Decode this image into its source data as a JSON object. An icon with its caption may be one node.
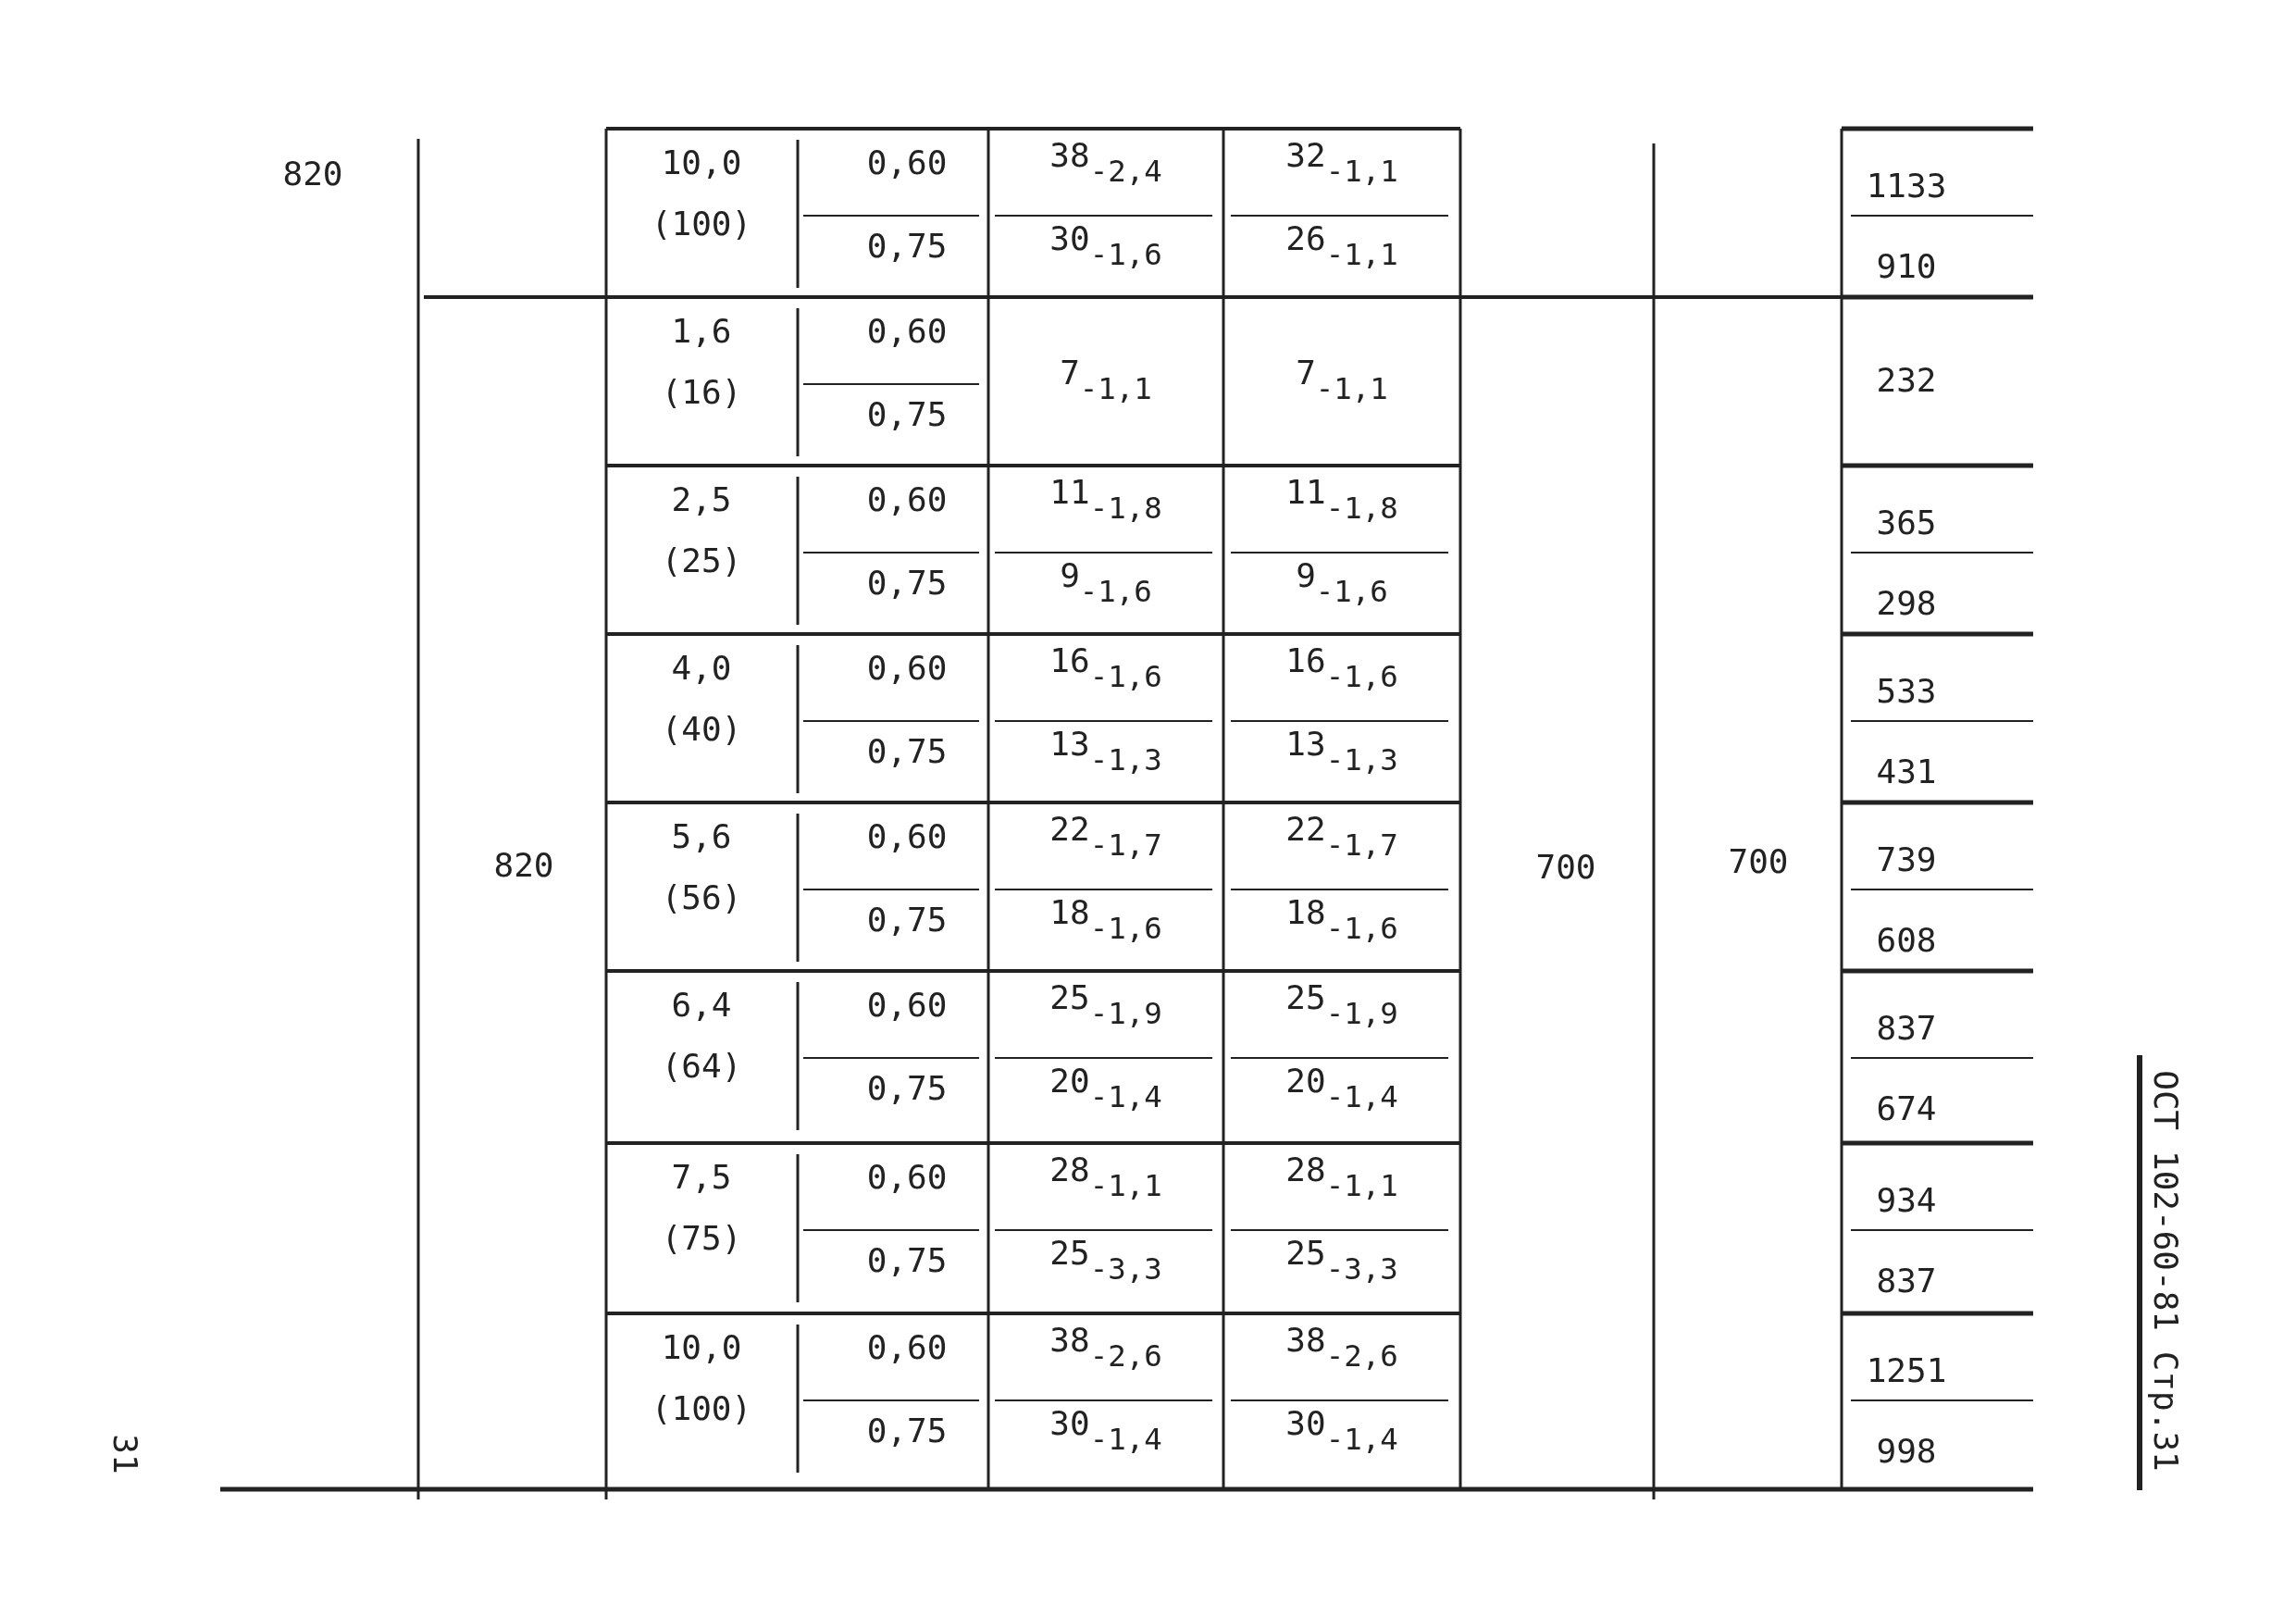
{
  "diagram": {
    "labels": [
      "820",
      "10,0",
      "0,60",
      "38$_{-2,4}$",
      "32$_{-1,1}$",
      "1133",
      "(100)",
      "0,75",
      "30$_{-1,6}$",
      "26$_{-1,1}$",
      "910",
      "1,6",
      "0,60",
      "7$_{-1,1}$",
      "7$_{-1,1}$",
      "232",
      "(16)",
      "0,75",
      "2,5",
      "0,60",
      "11$_{-1,8}$",
      "11$_{-1,8}$",
      "365",
      "(25)",
      "0,75",
      "9$_{-1,6}$",
      "9$_{-1,6}$",
      "298",
      "4,0",
      "0,60",
      "16$_{-1,6}$",
      "16$_{-1,6}$",
      "533",
      "(40)",
      "0,75",
      "13$_{-1,3}$",
      "13$_{-1,3}$",
      "431",
      "820",
      "5,6",
      "0,60",
      "22$_{-1,7}$",
      "22$_{-1,7}$",
      "700",
      "700",
      "739",
      "(56)",
      "0,75",
      "18$_{-1,6}$",
      "18$_{-1,6}$",
      "608",
      "6,4",
      "0,60",
      "25$_{-1,9}$",
      "25$_{-1,9}$",
      "837",
      "(64)",
      "0,75",
      "20$_{-1,4}$",
      "20$_{-1,4}$",
      "674",
      "7,5",
      "0,60",
      "28$_{-1,1}$",
      "28$_{-1,1}$",
      "934",
      "(75)",
      "0,75",
      "25$_{-3,3}$",
      "25$_{-3,3}$",
      "837",
      "10,0",
      "0,60",
      "38$_{-2,6}$",
      "38$_{-2,6}$",
      "1251",
      "(100)",
      "0,75",
      "30$_{-1,4}$",
      "30$_{-1,4}$",
      "998",
      "31",
      "ОСТ 102-60-81 Стр.31"
    ]
  }
}
